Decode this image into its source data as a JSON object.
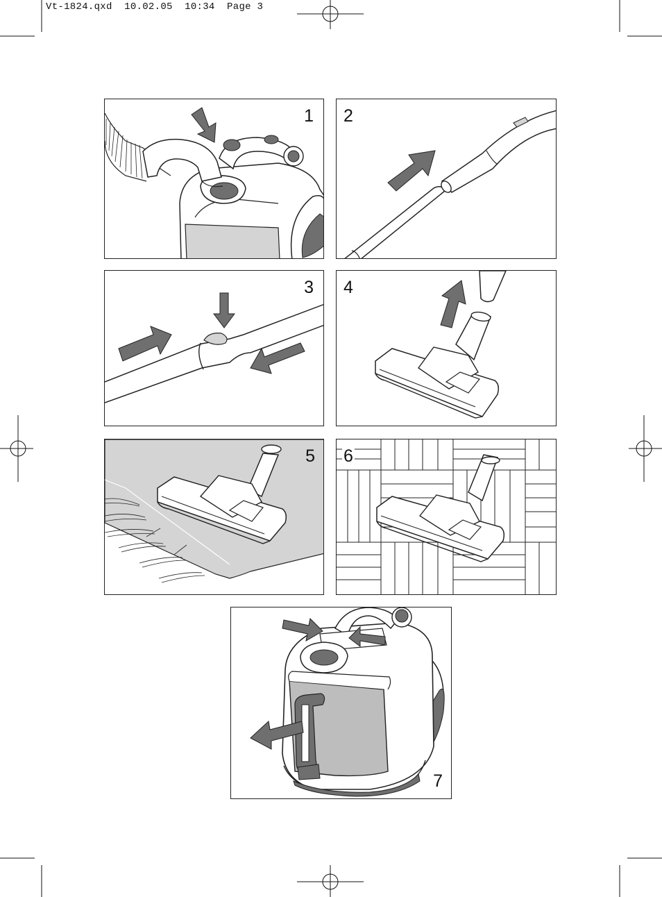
{
  "slug": "Vt-1824.qxd  10.02.05  10:34  Page 3",
  "panels": [
    {
      "number": "1",
      "depicts": "hose-insertion-icon"
    },
    {
      "number": "2",
      "depicts": "tube-connection-icon"
    },
    {
      "number": "3",
      "depicts": "telescopic-tube-icon"
    },
    {
      "number": "4",
      "depicts": "floor-brush-attach-icon"
    },
    {
      "number": "5",
      "depicts": "carpet-cleaning-icon"
    },
    {
      "number": "6",
      "depicts": "parquet-cleaning-icon"
    },
    {
      "number": "7",
      "depicts": "dust-container-removal-icon"
    }
  ],
  "colors": {
    "arrow": "#6f6f6f",
    "line": "#222222",
    "grey_fill": "#d4d4d4",
    "container": "#bdbdbd"
  }
}
